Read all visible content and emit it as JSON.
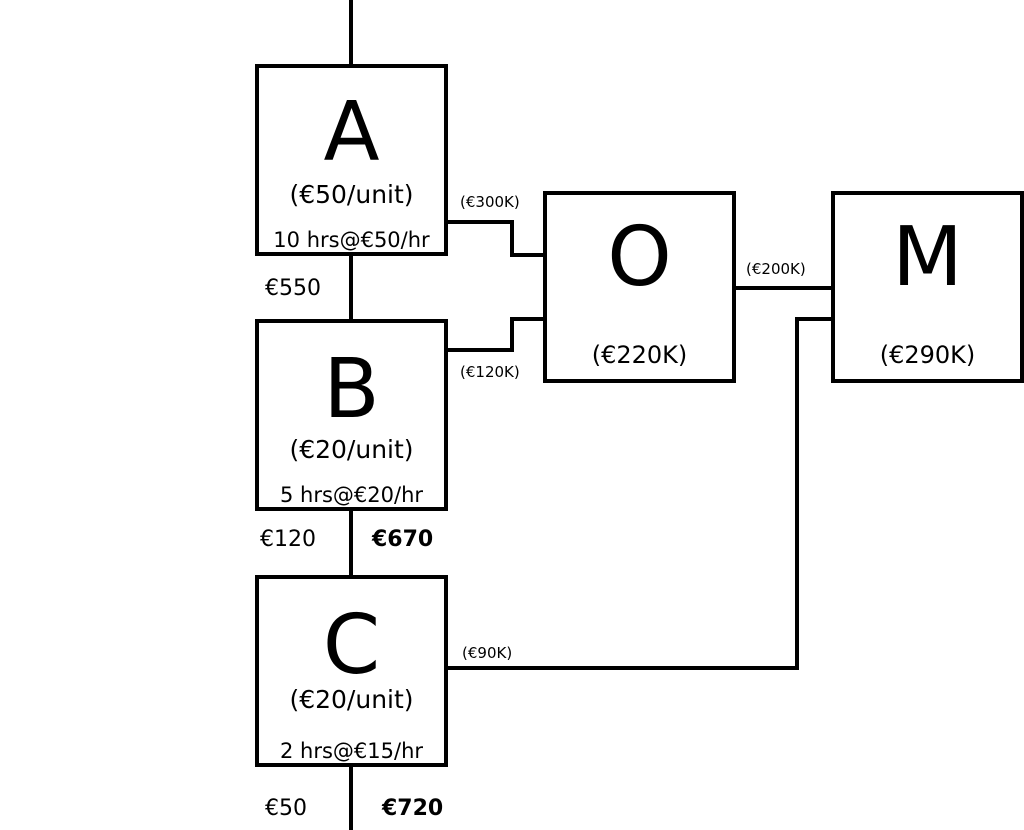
{
  "nodes": {
    "A": {
      "letter": "A",
      "rate": "(€50/unit)",
      "hours": "10 hrs@€50/hr"
    },
    "B": {
      "letter": "B",
      "rate": "(€20/unit)",
      "hours": "5 hrs@€20/hr"
    },
    "C": {
      "letter": "C",
      "rate": "(€20/unit)",
      "hours": "2 hrs@€15/hr"
    },
    "O": {
      "letter": "O",
      "cost": "(€220K)"
    },
    "M": {
      "letter": "M",
      "cost": "(€290K)"
    }
  },
  "connectors": {
    "a_to_o": "(€300K)",
    "b_to_o": "(€120K)",
    "o_to_m": "(€200K)",
    "c_to_m": "(€90K)"
  },
  "chain_labels": {
    "ab_left": "€550",
    "bc_left": "€120",
    "bc_right": "€670",
    "c_bottom_left": "€50",
    "c_bottom_right": "€720"
  }
}
